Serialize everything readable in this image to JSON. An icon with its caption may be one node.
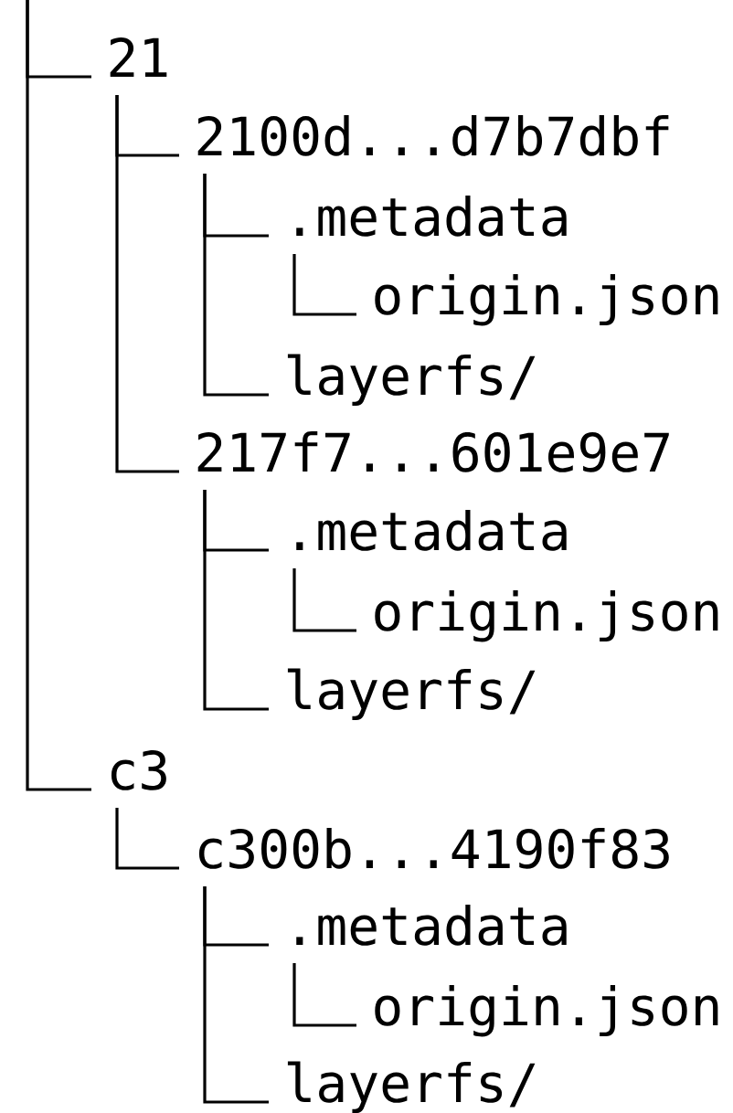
{
  "diagram": {
    "nodes": [
      {
        "text": [
          "21"
        ]
      },
      {
        "text": [
          "2100d...d7b7dbf"
        ]
      },
      {
        "text": [
          ".metadata"
        ]
      },
      {
        "text": [
          "origin.json"
        ]
      },
      {
        "text": [
          "layerfs/"
        ]
      },
      {
        "text": [
          "217f7...601e9e7"
        ]
      },
      {
        "text": [
          ".metadata"
        ]
      },
      {
        "text": [
          "origin.json"
        ]
      },
      {
        "text": [
          "layerfs/"
        ]
      },
      {
        "text": [
          "c3"
        ]
      },
      {
        "text": [
          "c300b...4190f83"
        ]
      },
      {
        "text": [
          ".metadata"
        ]
      },
      {
        "text": [
          "origin.json"
        ]
      },
      {
        "text": [
          "layerfs/"
        ]
      }
    ],
    "edges": [
      {
        "from": null,
        "to": 0,
        "arrow": "none"
      },
      {
        "from": null,
        "to": 9,
        "arrow": "none"
      },
      {
        "from": 0,
        "to": 1,
        "arrow": "none"
      },
      {
        "from": 0,
        "to": 5,
        "arrow": "none"
      },
      {
        "from": 1,
        "to": 2,
        "arrow": "none"
      },
      {
        "from": 1,
        "to": 4,
        "arrow": "none"
      },
      {
        "from": 2,
        "to": 3,
        "arrow": "none"
      },
      {
        "from": 5,
        "to": 6,
        "arrow": "none"
      },
      {
        "from": 5,
        "to": 8,
        "arrow": "none"
      },
      {
        "from": 6,
        "to": 7,
        "arrow": "none"
      },
      {
        "from": 9,
        "to": 10,
        "arrow": "none"
      },
      {
        "from": 10,
        "to": 11,
        "arrow": "none"
      },
      {
        "from": 10,
        "to": 13,
        "arrow": "none"
      },
      {
        "from": 11,
        "to": 12,
        "arrow": "none"
      }
    ]
  }
}
